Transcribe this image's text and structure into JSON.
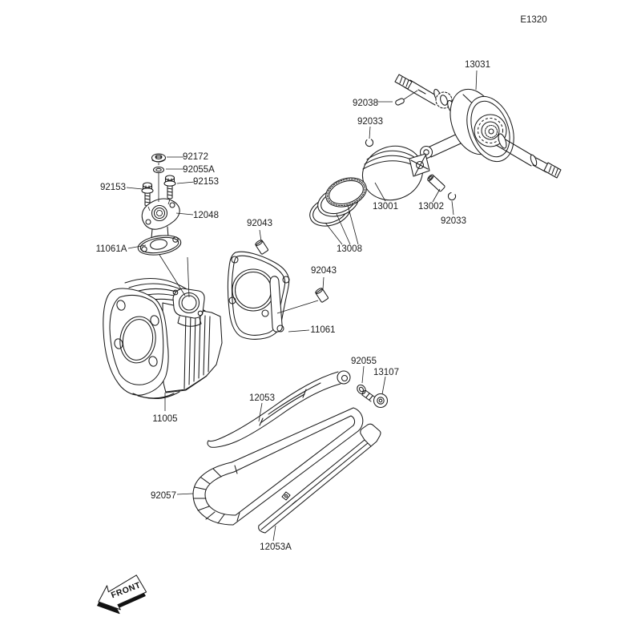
{
  "diagram": {
    "page_code": "E1320",
    "front_marker": "FRONT",
    "parts": {
      "crankshaft": "13031",
      "woodruff_key": "92038",
      "circlip": "92033",
      "piston": "13001",
      "piston_pin": "13002",
      "piston_ring_set": "13008",
      "cap_nut": "92172",
      "small_washer": "92055A",
      "socket_bolt": "92153",
      "intake_manifold": "12048",
      "manifold_gasket": "11061A",
      "cylinder": "11005",
      "cylinder_gasket": "11061",
      "dowel_pin": "92043",
      "chain_guide": "12053",
      "plain_washer": "92055",
      "pivot_bolt": "13107",
      "cam_chain": "92057",
      "chain_guide_rear": "12053A"
    }
  }
}
